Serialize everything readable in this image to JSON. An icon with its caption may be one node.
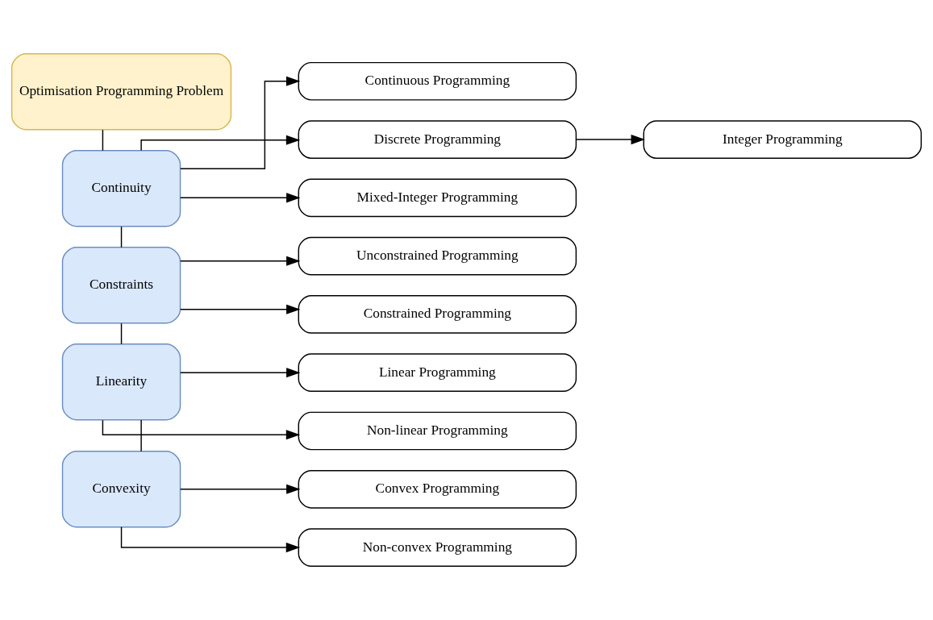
{
  "diagram": {
    "nodes": [
      {
        "text": [
          "Optimisation Programming Problem"
        ]
      },
      {
        "text": [
          "Continuity"
        ]
      },
      {
        "text": [
          "Continuous Programming"
        ]
      },
      {
        "text": [
          "Discrete Programming"
        ]
      },
      {
        "text": [
          "Integer Programming"
        ]
      },
      {
        "text": [
          "Mixed-Integer Programming"
        ]
      },
      {
        "text": [
          "Constraints"
        ]
      },
      {
        "text": [
          "Unconstrained Programming"
        ]
      },
      {
        "text": [
          "Constrained Programming"
        ]
      },
      {
        "text": [
          "Linearity"
        ]
      },
      {
        "text": [
          "Linear Programming"
        ]
      },
      {
        "text": [
          "Non-linear Programming"
        ]
      },
      {
        "text": [
          "Convexity"
        ]
      },
      {
        "text": [
          "Convex Programming"
        ]
      },
      {
        "text": [
          "Non-convex Programming"
        ]
      }
    ],
    "edges": [
      {
        "from": 0,
        "to": 1,
        "arrow": "none"
      },
      {
        "from": 1,
        "to": 6,
        "arrow": "none"
      },
      {
        "from": 6,
        "to": 9,
        "arrow": "none"
      },
      {
        "from": 9,
        "to": 12,
        "arrow": "none"
      },
      {
        "from": 1,
        "to": 2,
        "arrow": "to"
      },
      {
        "from": 1,
        "to": 3,
        "arrow": "to"
      },
      {
        "from": 1,
        "to": 5,
        "arrow": "to"
      },
      {
        "from": 3,
        "to": 4,
        "arrow": "to"
      },
      {
        "from": 6,
        "to": 7,
        "arrow": "to"
      },
      {
        "from": 6,
        "to": 8,
        "arrow": "to"
      },
      {
        "from": 9,
        "to": 10,
        "arrow": "to"
      },
      {
        "from": 9,
        "to": 11,
        "arrow": "to"
      },
      {
        "from": 12,
        "to": 13,
        "arrow": "to"
      },
      {
        "from": 12,
        "to": 14,
        "arrow": "to"
      }
    ]
  }
}
